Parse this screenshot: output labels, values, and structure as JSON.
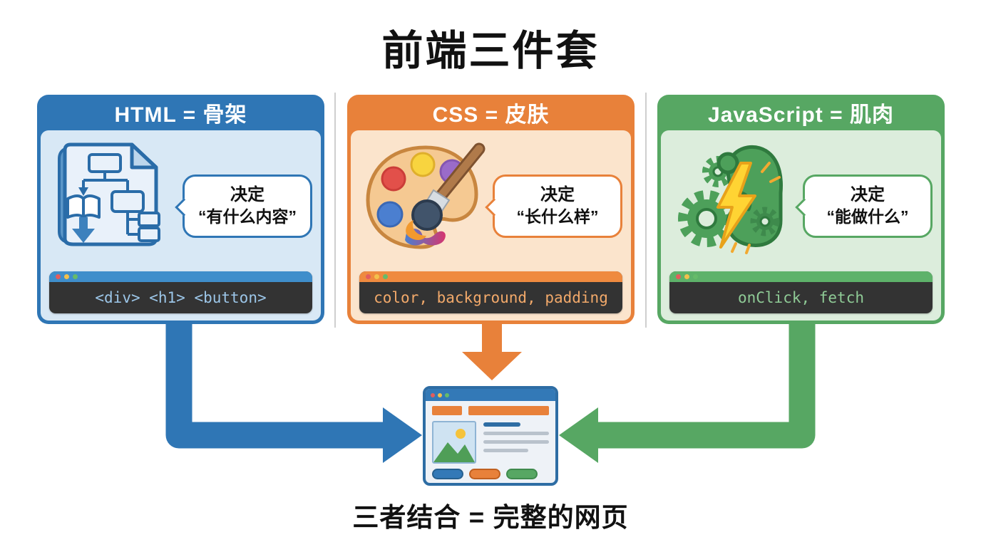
{
  "title": "前端三件套",
  "footer_text": "三者结合 = 完整的网页",
  "cards": [
    {
      "id": "html",
      "heading": "HTML = 骨架",
      "bubble": {
        "line1": "决定",
        "line2": "“有什么内容”"
      },
      "code": "<div> <h1> <button>",
      "illustration": "document-flowchart-icon",
      "colors": {
        "accent": "#2F76B5",
        "panel": "#D8E8F5",
        "code_text": "#9CC6E8"
      }
    },
    {
      "id": "css",
      "heading": "CSS = 皮肤",
      "bubble": {
        "line1": "决定",
        "line2": "“长什么样”"
      },
      "code": "color, background, padding",
      "illustration": "paint-palette-brush-icon",
      "colors": {
        "accent": "#E8813A",
        "panel": "#FBE4CC",
        "code_text": "#F2A96A"
      }
    },
    {
      "id": "js",
      "heading": "JavaScript = 肌肉",
      "bubble": {
        "line1": "决定",
        "line2": "“能做什么”"
      },
      "code": "onClick, fetch",
      "illustration": "muscle-gears-lightning-icon",
      "colors": {
        "accent": "#57A763",
        "panel": "#DCEDDC",
        "code_text": "#8FCB96"
      }
    }
  ],
  "arrows": [
    {
      "from": "html-card",
      "to": "result-browser",
      "shape": "elbow-right",
      "color": "#2F76B5"
    },
    {
      "from": "css-card",
      "to": "result-browser",
      "shape": "straight-down",
      "color": "#E8813A"
    },
    {
      "from": "js-card",
      "to": "result-browser",
      "shape": "elbow-left",
      "color": "#57A763"
    }
  ],
  "result_browser": {
    "icon": "browser-window-icon",
    "titlebar_color": "#3379B7",
    "nav_block_color": "#E8813A",
    "button_colors": [
      "#3379B7",
      "#E8813A",
      "#57A763"
    ]
  }
}
